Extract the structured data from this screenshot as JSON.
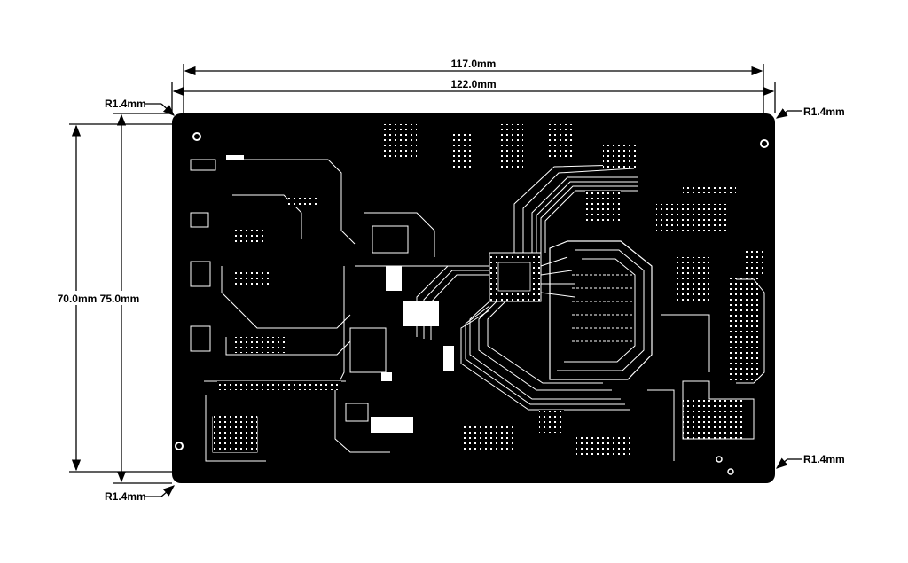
{
  "dimensions": {
    "width_inner": "117.0mm",
    "width_outer": "122.0mm",
    "height_label": "70.0mm 75.0mm"
  },
  "corner_radii": {
    "top_left": "R1.4mm",
    "top_right": "R1.4mm",
    "bottom_left": "R1.4mm",
    "bottom_right": "R1.4mm"
  },
  "colors": {
    "board": "#000000",
    "traces": "#ffffff",
    "background": "#ffffff"
  }
}
